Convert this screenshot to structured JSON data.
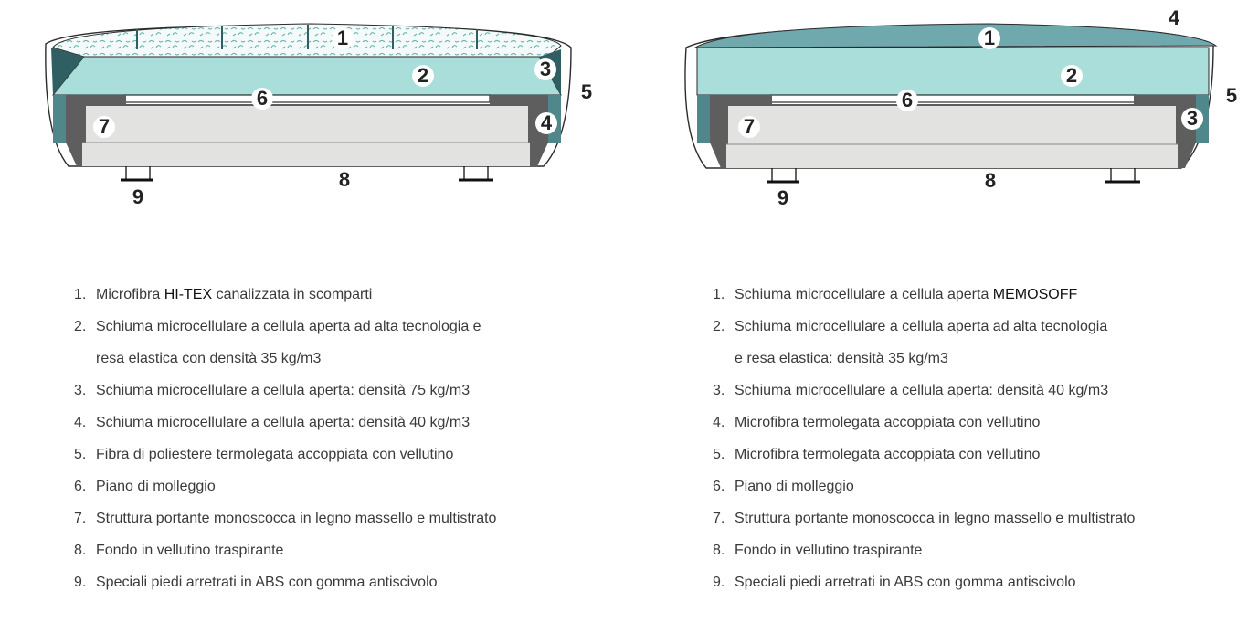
{
  "left": {
    "markers": [
      "1",
      "2",
      "3",
      "4",
      "5",
      "6",
      "7",
      "8",
      "9"
    ],
    "legend": [
      {
        "n": "1.",
        "pre": "Microfibra ",
        "brand": "HI-TEX",
        "post": " canalizzata in scomparti"
      },
      {
        "n": "2.",
        "pre": "Schiuma microcellulare a cellula aperta ad alta tecnologia e",
        "brand": "",
        "post": "",
        "cont": "resa elastica con densità 35 kg/m3"
      },
      {
        "n": "3.",
        "pre": "Schiuma microcellulare a cellula aperta:  densità 75 kg/m3",
        "brand": "",
        "post": ""
      },
      {
        "n": "4.",
        "pre": "Schiuma microcellulare a cellula aperta:  densità 40 kg/m3",
        "brand": "",
        "post": ""
      },
      {
        "n": "5.",
        "pre": "Fibra di poliestere termolegata accoppiata con vellutino",
        "brand": "",
        "post": ""
      },
      {
        "n": "6.",
        "pre": "Piano di molleggio",
        "brand": "",
        "post": ""
      },
      {
        "n": "7.",
        "pre": "Struttura portante monoscocca in legno massello e multistrato",
        "brand": "",
        "post": ""
      },
      {
        "n": "8.",
        "pre": "Fondo in vellutino traspirante",
        "brand": "",
        "post": ""
      },
      {
        "n": "9.",
        "pre": "Speciali piedi arretrati in ABS con gomma antiscivolo",
        "brand": "",
        "post": ""
      }
    ]
  },
  "right": {
    "markers": [
      "1",
      "2",
      "3",
      "4",
      "5",
      "6",
      "7",
      "8",
      "9"
    ],
    "legend": [
      {
        "n": "1.",
        "pre": "Schiuma microcellulare a cellula aperta ",
        "brand": "MEMOSOFF",
        "post": ""
      },
      {
        "n": "2.",
        "pre": "Schiuma microcellulare a cellula aperta ad alta tecnologia",
        "brand": "",
        "post": "",
        "cont": "e resa elastica:  densità 35 kg/m3"
      },
      {
        "n": "3.",
        "pre": "Schiuma microcellulare a cellula aperta:  densità 40 kg/m3",
        "brand": "",
        "post": ""
      },
      {
        "n": "4.",
        "pre": "Microfibra termolegata accoppiata con vellutino",
        "brand": "",
        "post": ""
      },
      {
        "n": "5.",
        "pre": "Microfibra termolegata accoppiata con vellutino",
        "brand": "",
        "post": ""
      },
      {
        "n": "6.",
        "pre": "Piano di molleggio",
        "brand": "",
        "post": ""
      },
      {
        "n": "7.",
        "pre": "Struttura portante monoscocca in legno massello e multistrato",
        "brand": "",
        "post": ""
      },
      {
        "n": "8.",
        "pre": "Fondo in vellutino traspirante",
        "brand": "",
        "post": ""
      },
      {
        "n": "9.",
        "pre": "Speciali piedi arretrati in ABS con gomma antiscivolo",
        "brand": "",
        "post": ""
      }
    ]
  },
  "colors": {
    "foam_light": "#a9dedb",
    "foam_top": "#6fa9ad",
    "teal_dark": "#2f5f63",
    "teal_mid": "#4f878b",
    "frame_gray": "#5e5e5e",
    "frame_light": "#e2e2e0",
    "outline": "#2b2b2b"
  }
}
